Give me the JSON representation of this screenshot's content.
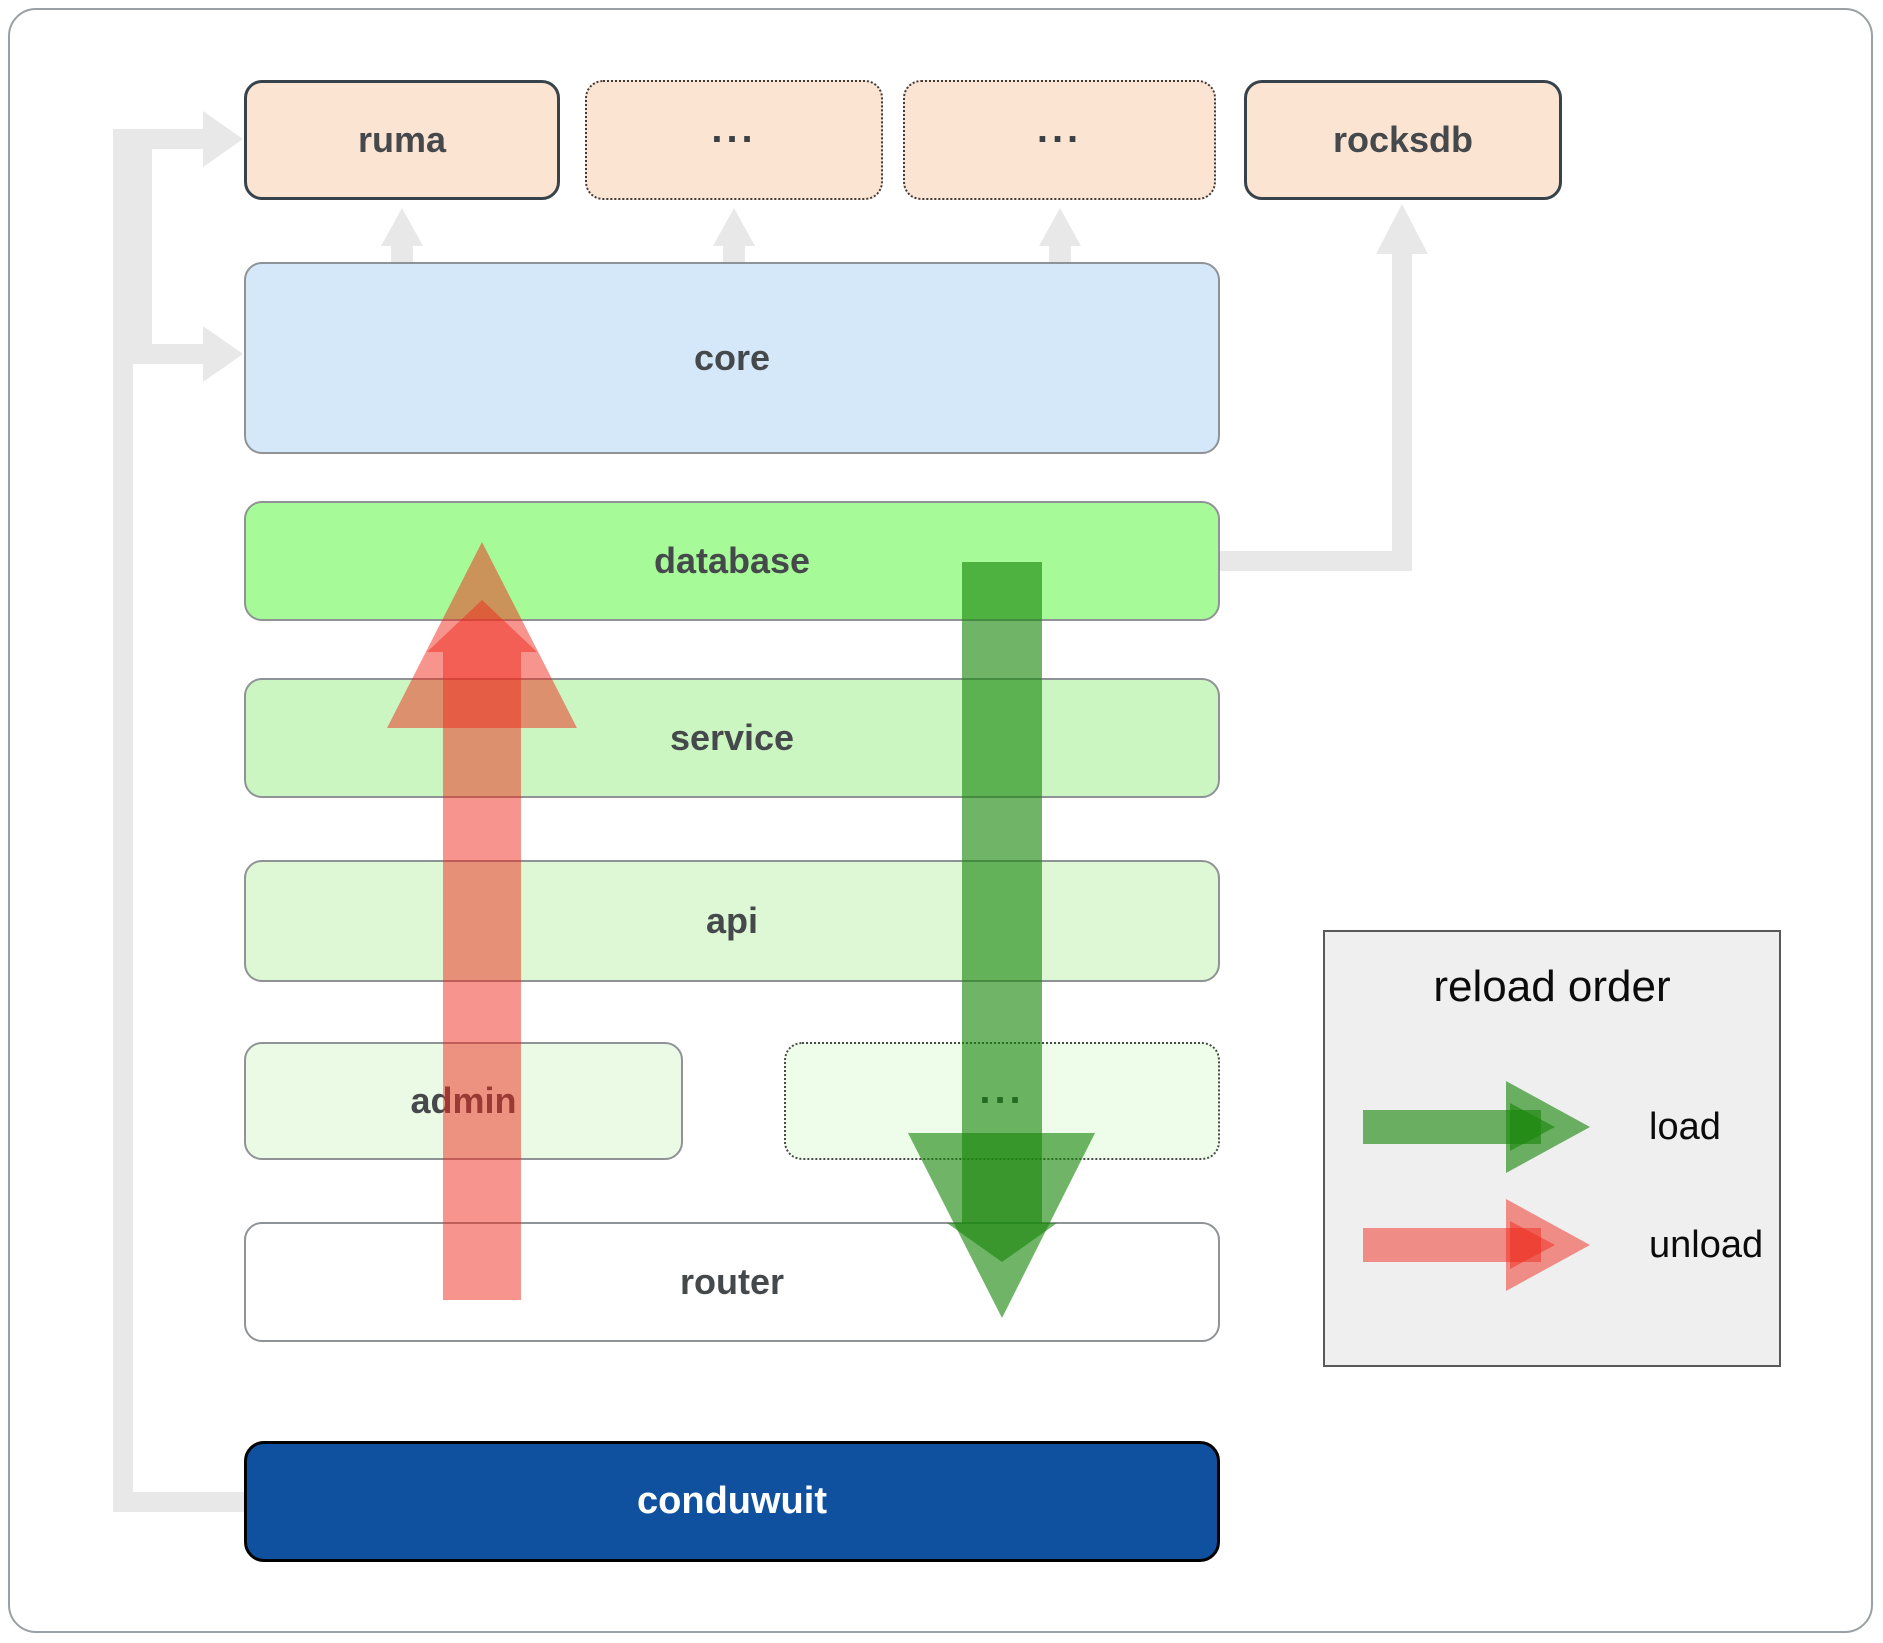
{
  "colors": {
    "peach": "#fce4d3",
    "peach-border": "#37424a",
    "core-blue": "#d5e8fa",
    "database-green": "#a7fa98",
    "service-green": "#cbf6c1",
    "api-green": "#def7d4",
    "admin-green": "#eafae4",
    "dots-mid-green": "#eefdea",
    "router-white": "#ffffff",
    "conduwuit-blue": "#10519f",
    "load-green": "#19860b",
    "unload-red": "#ef291b",
    "connector-gray": "#e8e8e8",
    "box-border-gray": "#8f9396",
    "label-dark": "#46494c",
    "legend-gray": "#efefef"
  },
  "nodes": {
    "ruma": {
      "label": "ruma"
    },
    "dots_top_1": {
      "label": "..."
    },
    "dots_top_2": {
      "label": "..."
    },
    "rocksdb": {
      "label": "rocksdb"
    },
    "core": {
      "label": "core"
    },
    "database": {
      "label": "database"
    },
    "service": {
      "label": "service"
    },
    "api": {
      "label": "api"
    },
    "admin": {
      "label": "admin"
    },
    "dots_mid": {
      "label": "..."
    },
    "router": {
      "label": "router"
    },
    "conduwuit": {
      "label": "conduwuit"
    }
  },
  "legend": {
    "title": "reload order",
    "items": [
      {
        "label": "load",
        "color": "#19860b",
        "direction": "down"
      },
      {
        "label": "unload",
        "color": "#ef291b",
        "direction": "up"
      }
    ]
  }
}
